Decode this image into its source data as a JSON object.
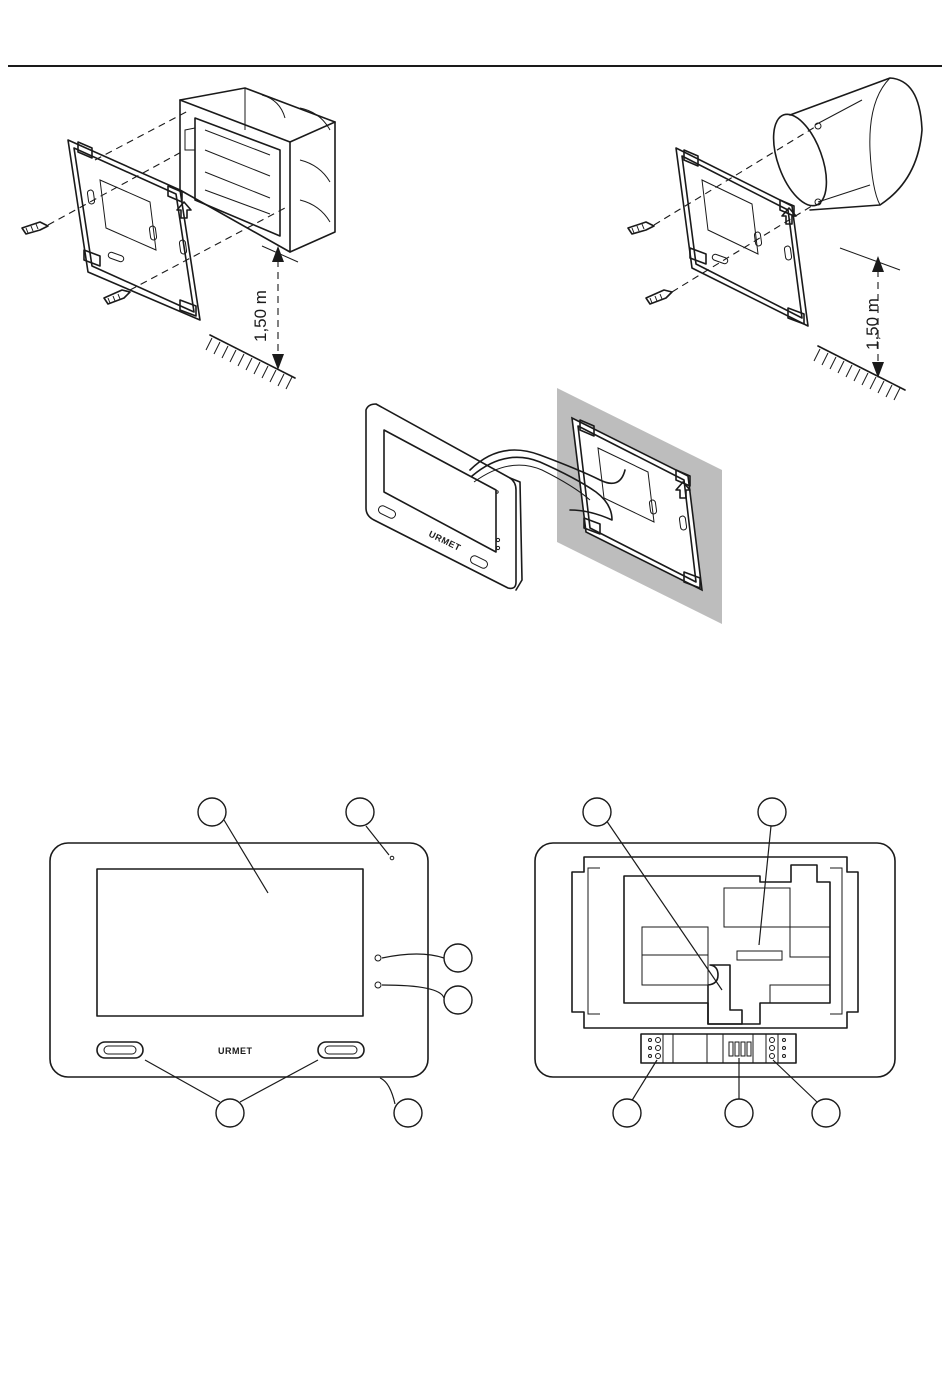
{
  "figures": {
    "box_mount_left": {
      "height_label": "1,50 m"
    },
    "round_box_mount_right": {
      "height_label": "1,50 m"
    },
    "monitor_assembly": {
      "logo_text": "URMET"
    },
    "front_view": {
      "logo_text": "URMET",
      "callout_count": 6
    },
    "rear_view": {
      "callout_count": 5
    }
  },
  "colors": {
    "ink": "#1a1a1a",
    "wall": "#bdbdbd",
    "paper": "#ffffff"
  }
}
